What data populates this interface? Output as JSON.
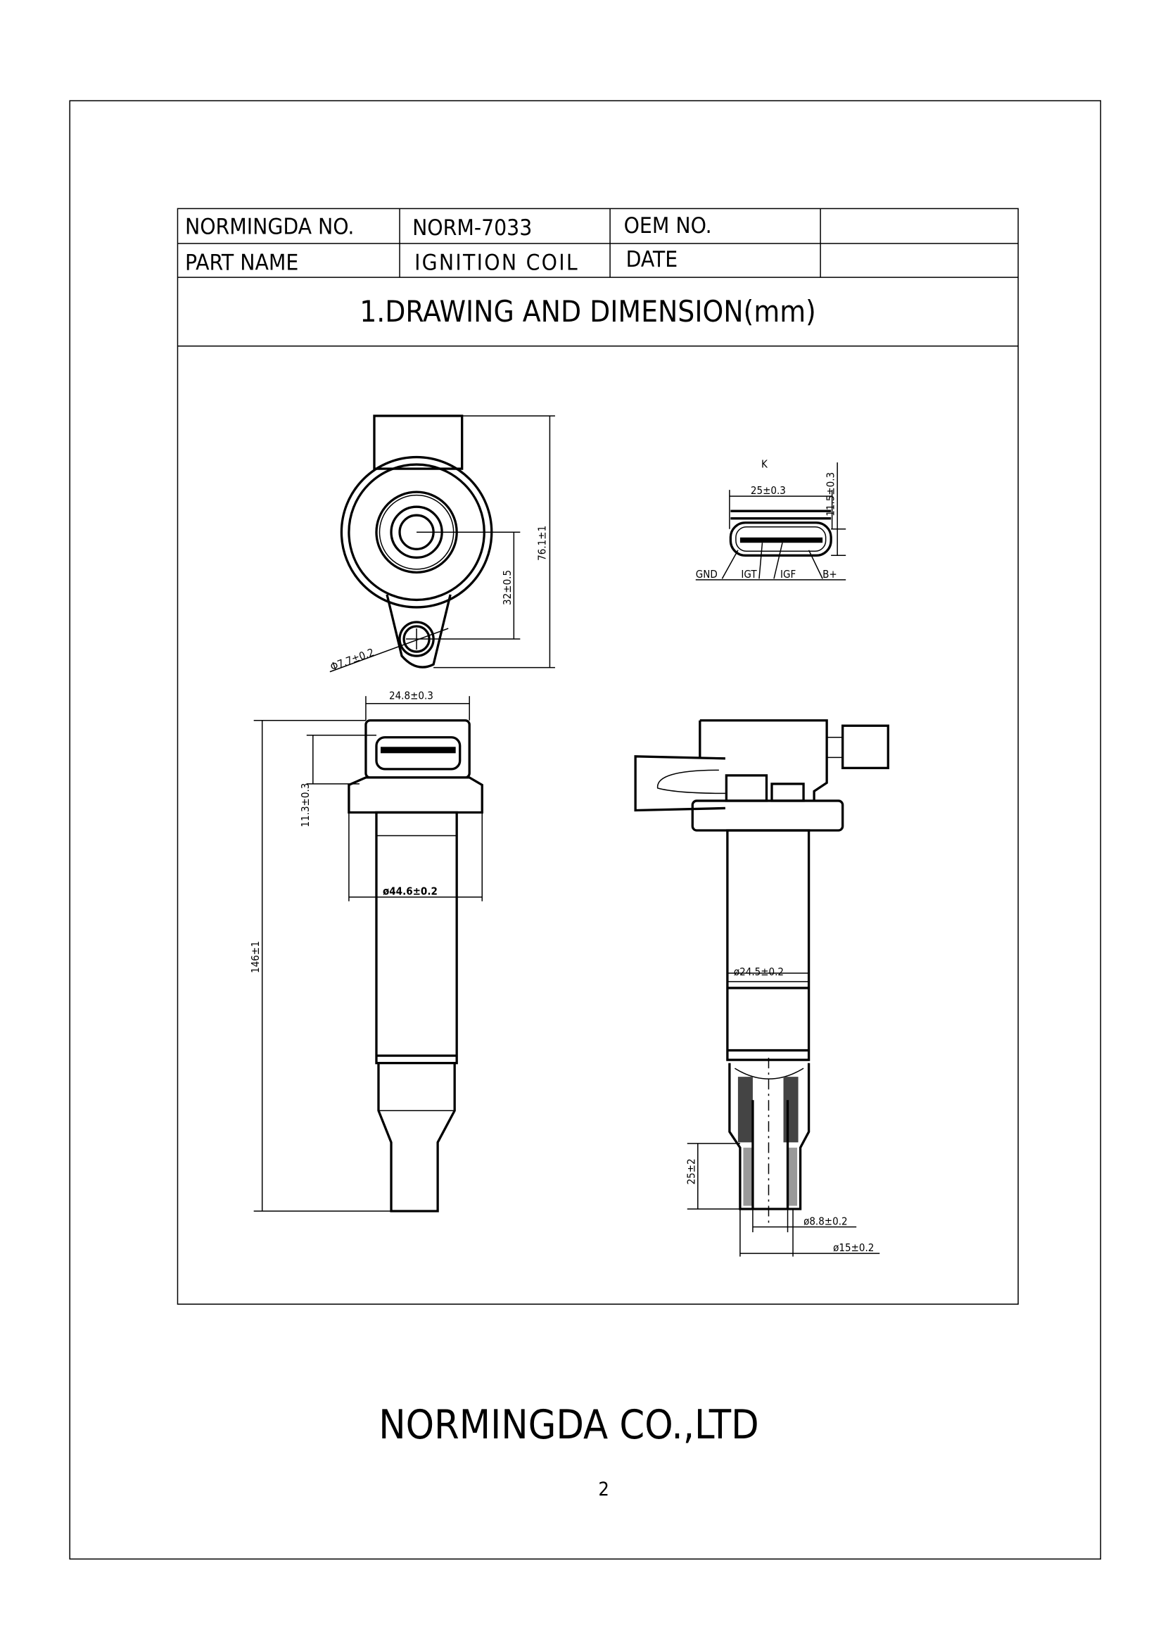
{
  "header": {
    "normingda_no_label": "NORMINGDA NO.",
    "normingda_no_value": "NORM-7033",
    "oem_no_label": "OEM NO.",
    "oem_no_value": "",
    "part_name_label": "PART NAME",
    "part_name_value": "IGNITION COIL",
    "date_label": "DATE",
    "date_value": ""
  },
  "section_title": "1.DRAWING AND DIMENSION(mm)",
  "drawing": {
    "top_view": {
      "height": "76.1±1",
      "hole_offset": "32±0.5",
      "hole_dia": "Φ7.7±0.2"
    },
    "connector_view": {
      "label": "K",
      "width": "25±0.3",
      "height": "11.5±0.3",
      "pins": [
        "GND",
        "IGT",
        "IGF",
        "B+"
      ]
    },
    "side_view": {
      "connector_width": "24.8±0.3",
      "connector_height": "11.3±0.3",
      "length": "146±1",
      "flange_dia": "ø44.6±0.2"
    },
    "section_view": {
      "body_dia": "ø24.5±0.2",
      "boot_length": "25±2",
      "inner_dia": "ø8.8±0.2",
      "outer_dia": "ø15±0.2"
    }
  },
  "footer": {
    "company": "NORMINGDA CO.,LTD",
    "page_number": "2"
  }
}
